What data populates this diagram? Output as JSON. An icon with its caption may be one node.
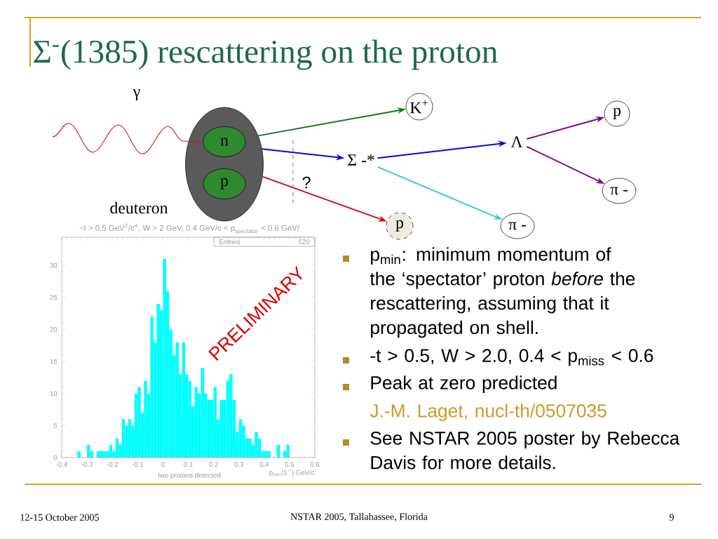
{
  "diagram": {
    "title": "Σ$^{-}$(1385) rescattering on the proton",
    "nodes": [
      {
        "text": [
          "deuteron"
        ]
      },
      {
        "text": [
          "n"
        ],
        "in": 0
      },
      {
        "text": [
          "p"
        ],
        "in": 0
      },
      {
        "text": [
          "K$^{+}$"
        ]
      },
      {
        "text": [
          "Σ -*"
        ]
      },
      {
        "text": [
          "Λ"
        ]
      },
      {
        "text": [
          "p"
        ]
      },
      {
        "text": [
          "π -"
        ]
      },
      {
        "text": [
          "p"
        ]
      },
      {
        "text": [
          "π -"
        ]
      }
    ],
    "edges": [
      {
        "from": null,
        "to": 1,
        "arrow": "none",
        "label": "γ",
        "color": "#dd1111"
      },
      {
        "from": 0,
        "to": 3,
        "arrow": "to",
        "color": "#117a11"
      },
      {
        "from": 0,
        "to": 4,
        "arrow": "to",
        "color": "#0a0ad8"
      },
      {
        "from": 0,
        "to": 8,
        "arrow": "to",
        "color": "#cc1111"
      },
      {
        "from": 4,
        "to": 5,
        "arrow": "to",
        "color": "#0a0ad8"
      },
      {
        "from": 4,
        "to": 9,
        "arrow": "to",
        "color": "#33cccc"
      },
      {
        "from": 5,
        "to": 6,
        "arrow": "to",
        "color": "#7a0a7a"
      },
      {
        "from": 5,
        "to": 7,
        "arrow": "to",
        "color": "#7a0a7a"
      }
    ],
    "labels": [
      "?",
      "p$_{min}$: minimum momentum of the ‘spectator’ proton *before* the rescattering, assuming that it propagated on shell.",
      "-t > 0.5, W > 2.0, 0.4 < p$_{miss}$ < 0.6",
      "Peak at zero predicted",
      "J.-M. Laget, nucl-th/0507035",
      "See NSTAR 2005 poster by Rebecca Davis for more details.",
      "12-15 October 2005",
      "NSTAR 2005, Tallahassee, Florida",
      "9"
    ],
    "chart_data": {
      "type": "bar",
      "title": "\\text{−t > 0.5 GeV}^{\\text{2}}\\text{/c}^{\\text{4}}\\text{,  W > 2 GeV,  0.4 GeV/c < p}_{\\text{spectator}}\\text{ < 0.6 GeV/}",
      "xlabel": "p$_{min}$(Σ$^{-*}$) GeV/c",
      "x": [
        -0.4,
        -0.3875,
        -0.375,
        -0.3625,
        -0.35,
        -0.3375,
        -0.325,
        -0.3125,
        -0.3,
        -0.2875,
        -0.275,
        -0.2625,
        -0.25,
        -0.2375,
        -0.225,
        -0.2125,
        -0.2,
        -0.1875,
        -0.175,
        -0.1625,
        -0.15,
        -0.1375,
        -0.125,
        -0.1125,
        -0.1,
        -0.0875,
        -0.075,
        -0.0625,
        -0.05,
        -0.0375,
        -0.025,
        -0.0125,
        0,
        0.0125,
        0.025,
        0.0375,
        0.05,
        0.0625,
        0.075,
        0.0875,
        0.1,
        0.1125,
        0.125,
        0.1375,
        0.15,
        0.1625,
        0.175,
        0.1875,
        0.2,
        0.2125,
        0.225,
        0.2375,
        0.25,
        0.2625,
        0.275,
        0.2875,
        0.3,
        0.3125,
        0.325,
        0.3375,
        0.35,
        0.3625,
        0.375,
        0.3875,
        0.4,
        0.4125,
        0.425,
        0.4375,
        0.45,
        0.4625,
        0.475,
        0.4875,
        0.5,
        0.5125,
        0.525,
        0.5375,
        0.55,
        0.5625,
        0.575,
        0.5875
      ],
      "values": [
        0,
        0,
        0,
        0,
        0,
        1,
        0,
        0,
        2,
        1,
        0,
        1,
        1,
        1,
        1,
        2,
        1,
        3,
        2,
        6,
        5,
        6,
        5,
        10,
        11,
        7,
        12,
        10,
        22,
        18,
        24,
        23,
        31,
        26,
        20,
        16,
        18,
        13,
        18,
        13,
        12,
        8,
        11,
        10,
        14,
        10,
        9,
        9,
        11,
        6,
        9,
        9,
        12,
        13,
        9,
        4,
        6,
        5,
        3,
        3,
        2,
        4,
        3,
        1,
        1,
        1,
        0,
        0,
        2,
        0,
        1,
        2,
        0,
        0,
        0,
        0,
        0,
        0,
        0,
        0
      ],
      "xlim": [
        -0.4,
        0.6
      ],
      "ylim": [
        0,
        34.4
      ],
      "xticks": [
        -0.4,
        -0.3,
        -0.2,
        -0.1,
        0,
        0.1,
        0.2,
        0.3,
        0.4,
        0.5,
        0.6
      ],
      "yticks": [
        0,
        5,
        10,
        15,
        20,
        25,
        30
      ],
      "annotations": [
        "Entries",
        "520",
        "PRELIMINARY",
        "two protons detected"
      ]
    }
  }
}
